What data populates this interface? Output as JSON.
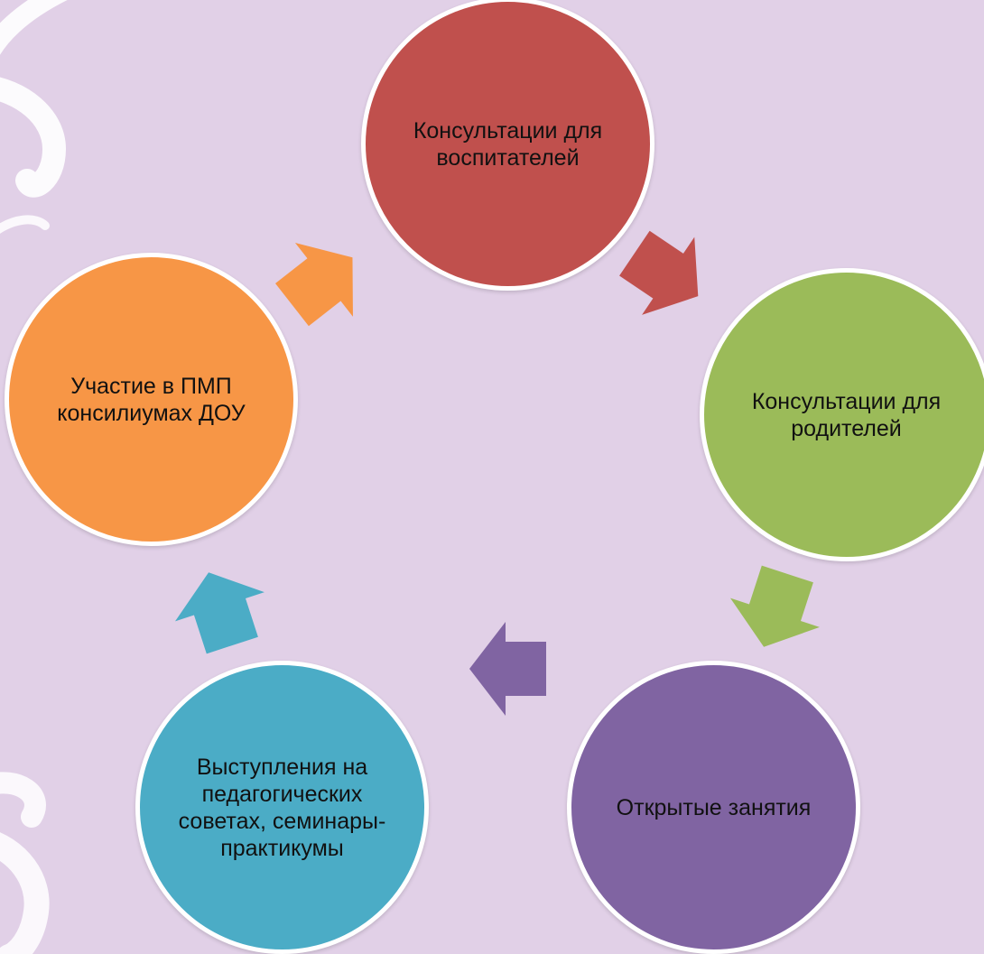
{
  "background_color": "#e1d0e7",
  "cycle": {
    "nodes": [
      {
        "id": "teachers",
        "label": "Консультации для\nвоспитателей",
        "color": "#c0504d"
      },
      {
        "id": "parents",
        "label": "Консультации для\nродителей",
        "color": "#9bbb59"
      },
      {
        "id": "open",
        "label": "Открытые занятия",
        "color": "#8064a2"
      },
      {
        "id": "councils",
        "label": "Выступления на\nпедагогических\nсоветах, семинары-\nпрактикумы",
        "color": "#4bacc6"
      },
      {
        "id": "pmp",
        "label": "Участие в ПМП\nконсилиумах ДОУ",
        "color": "#f79646"
      }
    ],
    "arrows": [
      {
        "from": "teachers",
        "to": "parents",
        "color": "#c0504d"
      },
      {
        "from": "parents",
        "to": "open",
        "color": "#9bbb59"
      },
      {
        "from": "open",
        "to": "councils",
        "color": "#8064a2"
      },
      {
        "from": "councils",
        "to": "pmp",
        "color": "#4bacc6"
      },
      {
        "from": "pmp",
        "to": "teachers",
        "color": "#f79646"
      }
    ]
  }
}
